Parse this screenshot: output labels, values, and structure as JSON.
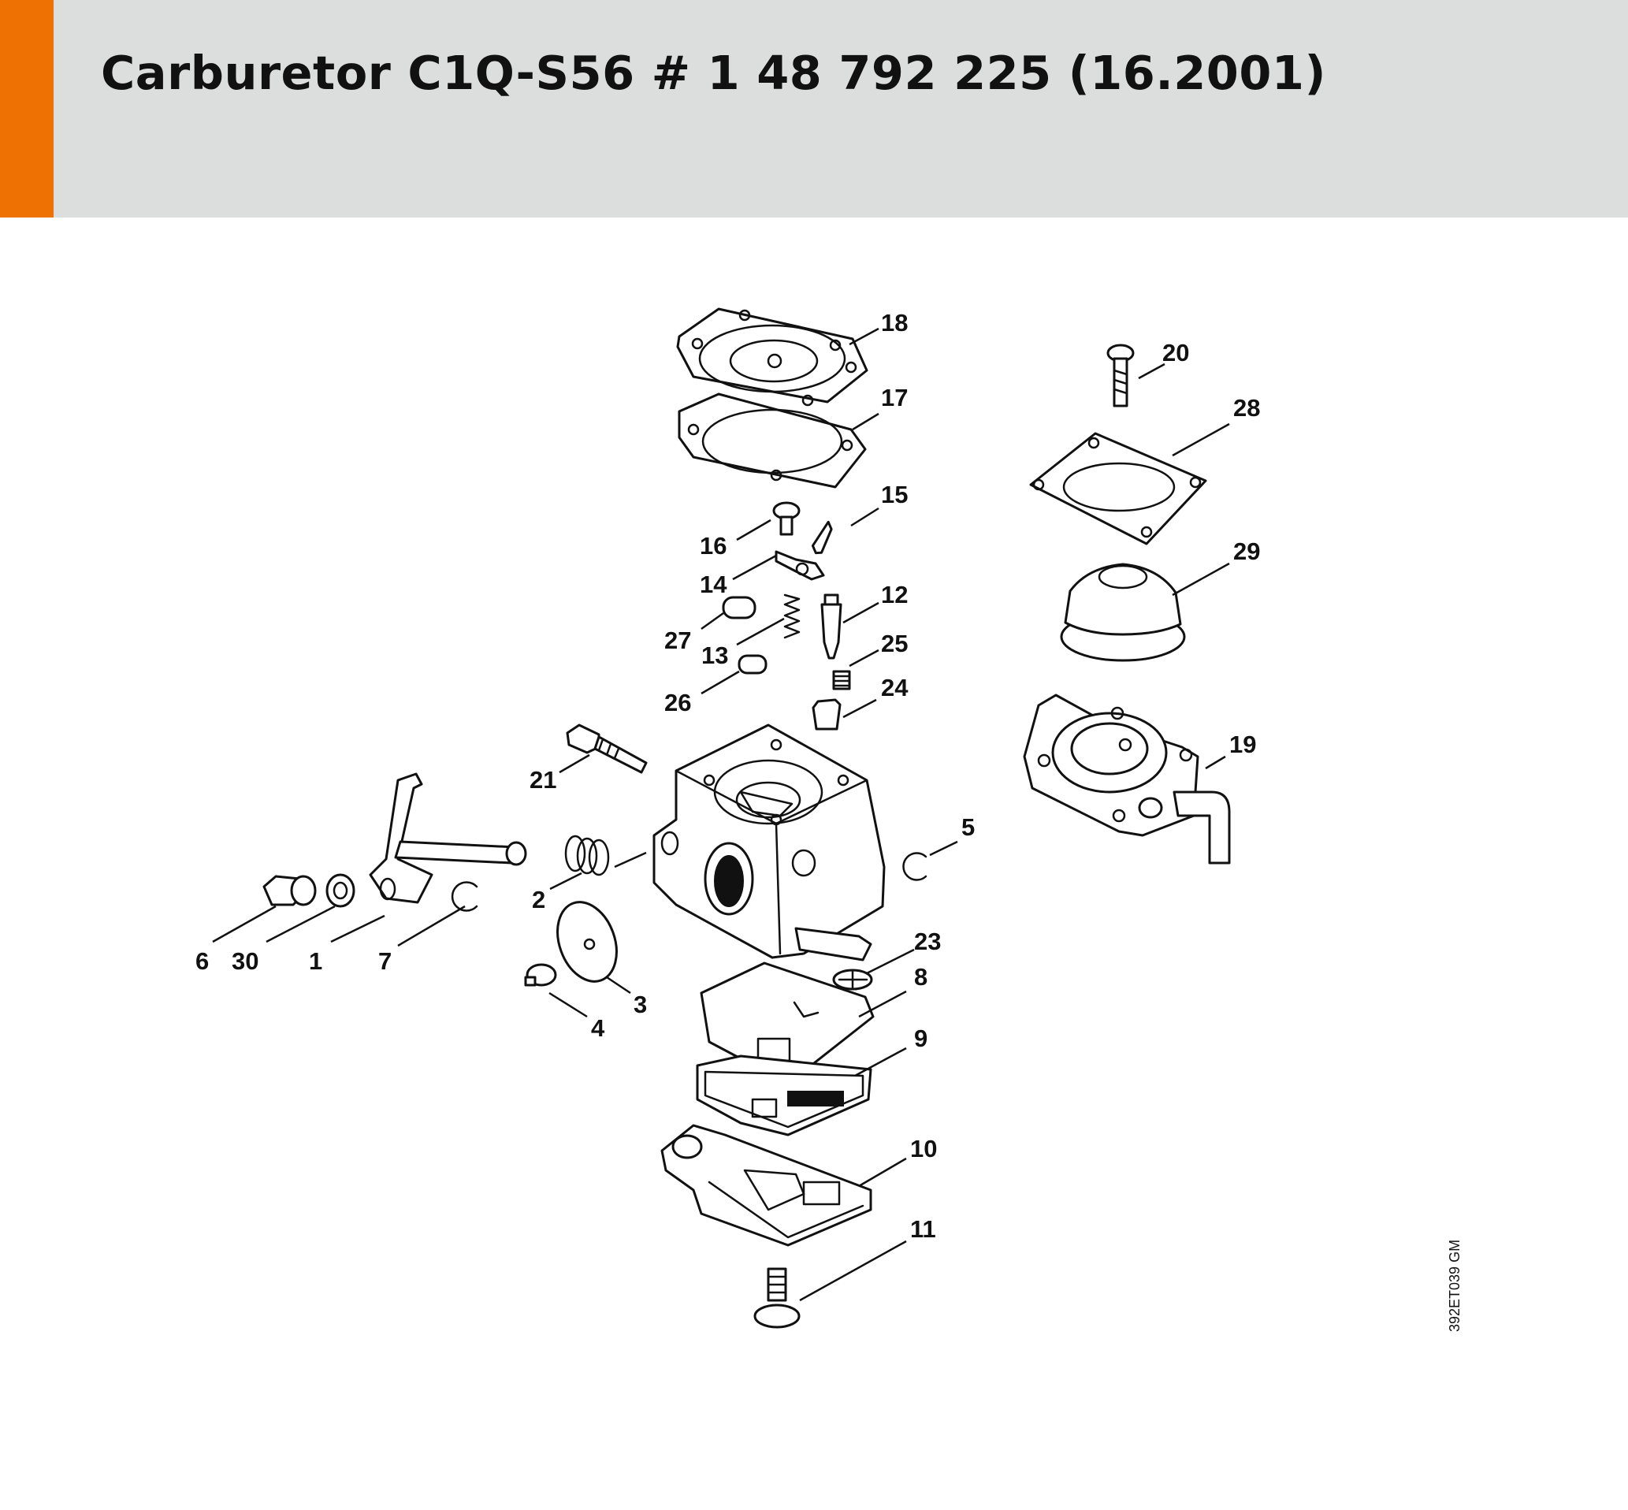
{
  "header": {
    "title": "Carburetor C1Q-S56 # 1 48 792 225 (16.2001)",
    "accent_color": "#ee7203",
    "background_color": "#dcdddd"
  },
  "diagram": {
    "drawing_code": "392ET039 GM",
    "callouts": [
      "1",
      "2",
      "3",
      "4",
      "5",
      "6",
      "7",
      "8",
      "9",
      "10",
      "11",
      "12",
      "13",
      "14",
      "15",
      "16",
      "17",
      "18",
      "19",
      "20",
      "21",
      "23",
      "24",
      "25",
      "26",
      "27",
      "28",
      "29",
      "30"
    ]
  }
}
